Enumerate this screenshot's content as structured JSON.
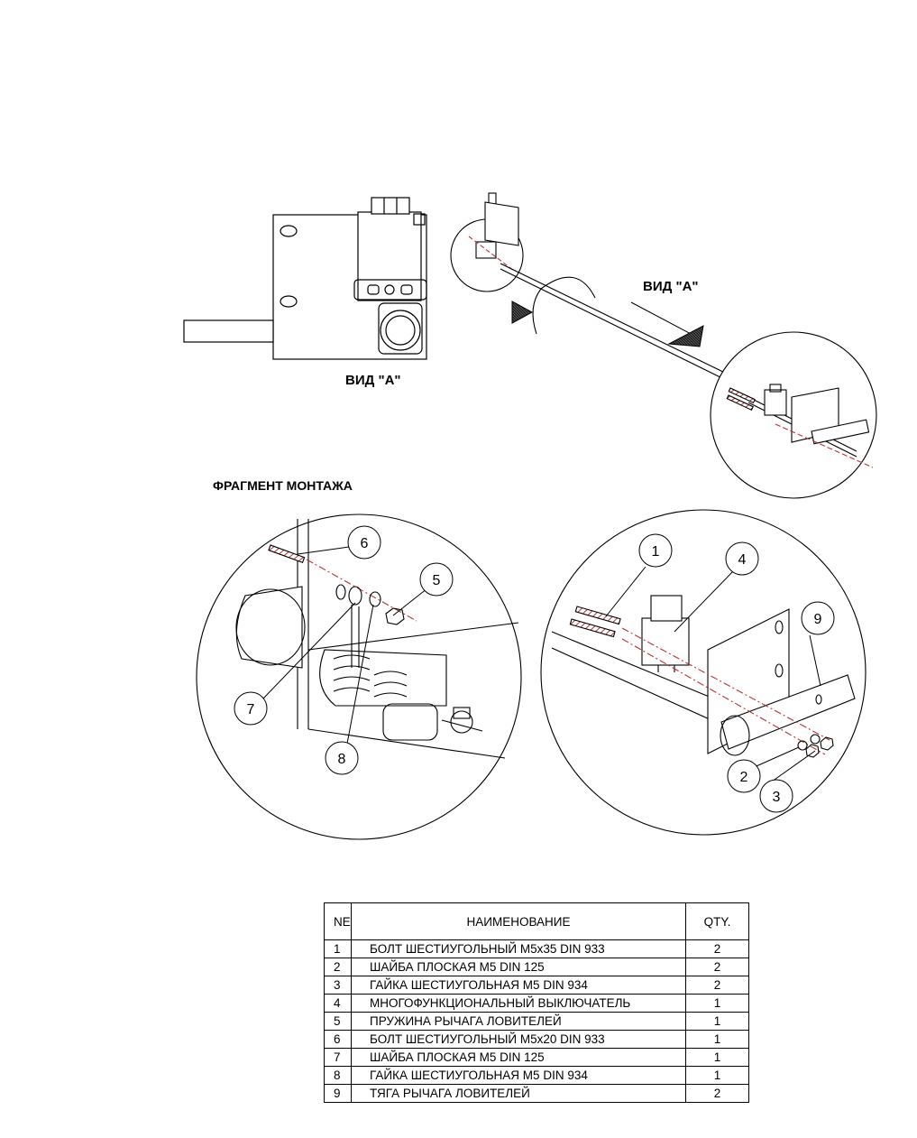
{
  "labels": {
    "view_a_top": "ВИД  \"А\"",
    "view_a_bottom": "ВИД  \"А\"",
    "fragment_title": "ФРАГМЕНТ МОНТАЖА"
  },
  "callouts": [
    "1",
    "2",
    "3",
    "4",
    "5",
    "6",
    "7",
    "8",
    "9"
  ],
  "table": {
    "headers": {
      "num": "NE",
      "name": "НАИМЕНОВАНИЕ",
      "qty": "QTY."
    },
    "rows": [
      {
        "num": "1",
        "name": "БОЛТ ШЕСТИУГОЛЬНЫЙ M5x35 DIN 933",
        "qty": "2"
      },
      {
        "num": "2",
        "name": "ШАЙБА ПЛОСКАЯ M5 DIN 125",
        "qty": "2"
      },
      {
        "num": "3",
        "name": "ГАЙКА ШЕСТИУГОЛЬНАЯ M5 DIN 934",
        "qty": "2"
      },
      {
        "num": "4",
        "name": "МНОГОФУНКЦИОНАЛЬНЫЙ ВЫКЛЮЧАТЕЛЬ",
        "qty": "1"
      },
      {
        "num": "5",
        "name": "ПРУЖИНА РЫЧАГА ЛОВИТЕЛЕЙ",
        "qty": "1"
      },
      {
        "num": "6",
        "name": "БОЛТ ШЕСТИУГОЛЬНЫЙ M5x20 DIN 933",
        "qty": "1"
      },
      {
        "num": "7",
        "name": "ШАЙБА ПЛОСКАЯ M5 DIN 125",
        "qty": "1"
      },
      {
        "num": "8",
        "name": "ГАЙКА ШЕСТИУГОЛЬНАЯ M5 DIN 934",
        "qty": "1"
      },
      {
        "num": "9",
        "name": "ТЯГА РЫЧАГА ЛОВИТЕЛЕЙ",
        "qty": "2"
      }
    ]
  },
  "colors": {
    "line": "#000000",
    "dash": "#d23030",
    "hatch": "#555555"
  }
}
